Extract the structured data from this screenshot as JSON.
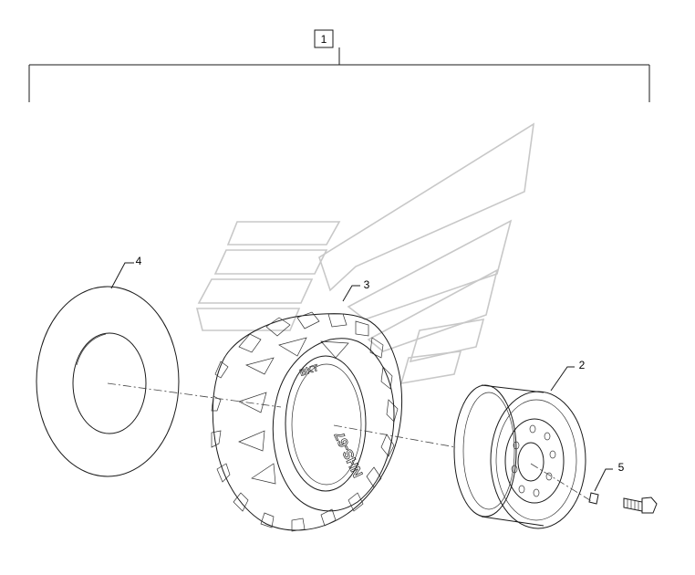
{
  "callouts": {
    "assembly": "1",
    "rim": "2",
    "tire": "3",
    "tube": "4",
    "bolt": "5"
  },
  "tire_sidewall_text": "NHS-67",
  "tire_logo_text": "BKT",
  "icons": {
    "watermark": "brand-logo-watermark",
    "tube": "inner-tube-icon",
    "tire": "tire-icon",
    "rim": "wheel-rim-icon",
    "bolt": "lug-bolt-icon"
  },
  "colors": {
    "ink": "#1a1a1a",
    "watermark": "#c8c8c8",
    "background": "#ffffff"
  }
}
